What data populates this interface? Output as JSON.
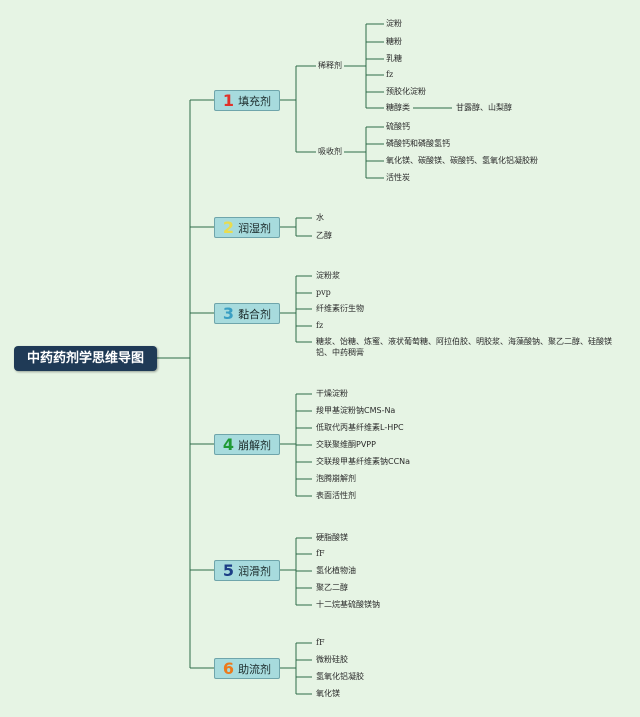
{
  "root": "中药药剂学思维导图",
  "categories": [
    {
      "num": "1",
      "color": "#e0322a",
      "label": "填充剂"
    },
    {
      "num": "2",
      "color": "#e9dc4f",
      "label": "润湿剂"
    },
    {
      "num": "3",
      "color": "#3a9fc3",
      "label": "黏合剂"
    },
    {
      "num": "4",
      "color": "#1e9a35",
      "label": "崩解剂"
    },
    {
      "num": "5",
      "color": "#1b3e86",
      "label": "润滑剂"
    },
    {
      "num": "6",
      "color": "#ec7a1c",
      "label": "助流剂"
    }
  ],
  "c1": {
    "sub1": "稀释剂",
    "sub1_items": [
      "淀粉",
      "糖粉",
      "乳糖",
      "fz",
      "预胶化淀粉",
      "糖醇类"
    ],
    "sugar_alcohol_detail": "甘露醇、山梨醇",
    "sub2": "吸收剂",
    "sub2_items": [
      "硫酸钙",
      "磷酸钙和磷酸氢钙",
      "氧化镁、碳酸镁、碳酸钙、氢氧化铝凝胶粉",
      "活性炭"
    ]
  },
  "c2": {
    "items": [
      "水",
      "乙醇"
    ]
  },
  "c3": {
    "items": [
      "淀粉浆",
      "pvp",
      "纤维素衍生物",
      "fz"
    ],
    "long": "糖浆、饴糖、炼蜜、液状葡萄糖、阿拉伯胶、明胶浆、海藻酸钠、聚乙二醇、硅酸镁铝、中药稠膏"
  },
  "c4": {
    "items": [
      "干燥淀粉",
      "羧甲基淀粉钠CMS-Na",
      "低取代丙基纤维素L-HPC",
      "交联聚维酮PVPP",
      "交联羧甲基纤维素钠CCNa",
      "泡腾崩解剂",
      "表面活性剂"
    ]
  },
  "c5": {
    "items": [
      "硬脂酸镁",
      "fF",
      "氢化植物油",
      "聚乙二醇",
      "十二烷基硫酸镁钠"
    ]
  },
  "c6": {
    "items": [
      "fF",
      "微粉硅胶",
      "氢氧化铝凝胶",
      "氧化镁"
    ]
  },
  "line_color": "#2e6b48"
}
